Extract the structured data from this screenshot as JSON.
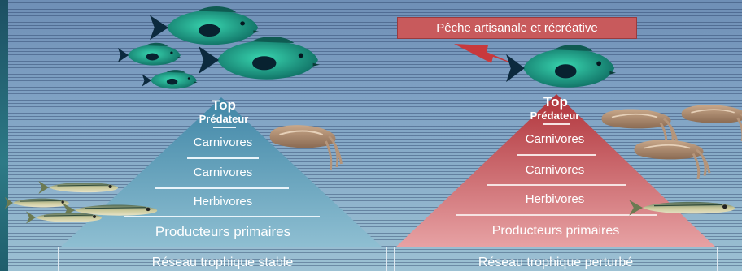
{
  "banner": {
    "label": "Pêche artisanale et récréative",
    "color": "#c85a5c"
  },
  "stable": {
    "caption": "Réseau  trophique stable",
    "top_line1": "Top",
    "top_line2": "Prédateur",
    "levels": [
      "Carnivores",
      "Carnivores",
      "Herbivores",
      "Producteurs primaires"
    ],
    "color": "#4f92b0"
  },
  "perturbed": {
    "caption": "Réseau trophique perturbé",
    "top_line1": "Top",
    "top_line2": "Prédateur",
    "levels": [
      "Carnivores",
      "Carnivores",
      "Herbivores",
      "Producteurs primaires"
    ],
    "color": "#c0474c"
  },
  "organisms": [
    "grouper-icon",
    "cuttlefish-icon",
    "sardine-icon"
  ]
}
